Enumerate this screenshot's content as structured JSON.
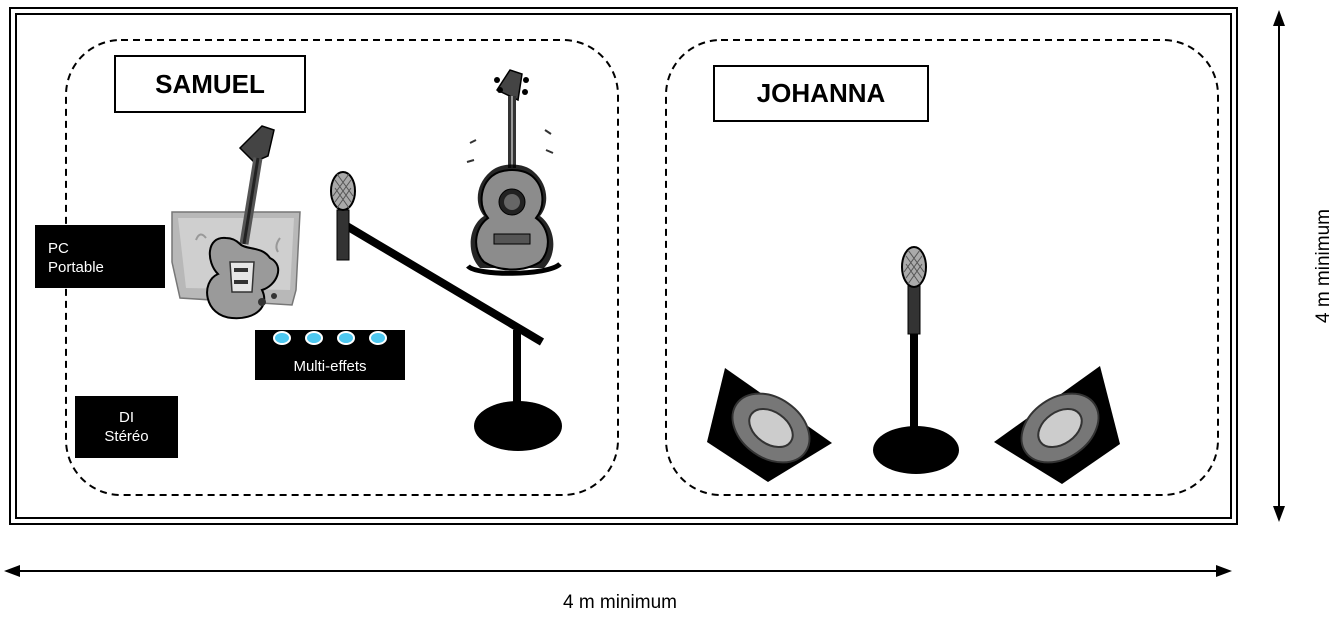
{
  "zones": {
    "left_label": "SAMUEL",
    "right_label": "JOHANNA"
  },
  "equipment": {
    "pc_line1": "PC",
    "pc_line2": "Portable",
    "multi_effects": "Multi-effets",
    "di_line1": "DI",
    "di_line2": "Stéréo"
  },
  "dimensions": {
    "width_label": "4 m minimum",
    "depth_label": "4 m minimum"
  },
  "icons": [
    "electric-guitar-icon",
    "acoustic-guitar-icon",
    "microphone-boom-stand-icon",
    "microphone-straight-stand-icon",
    "stage-monitor-icon"
  ]
}
